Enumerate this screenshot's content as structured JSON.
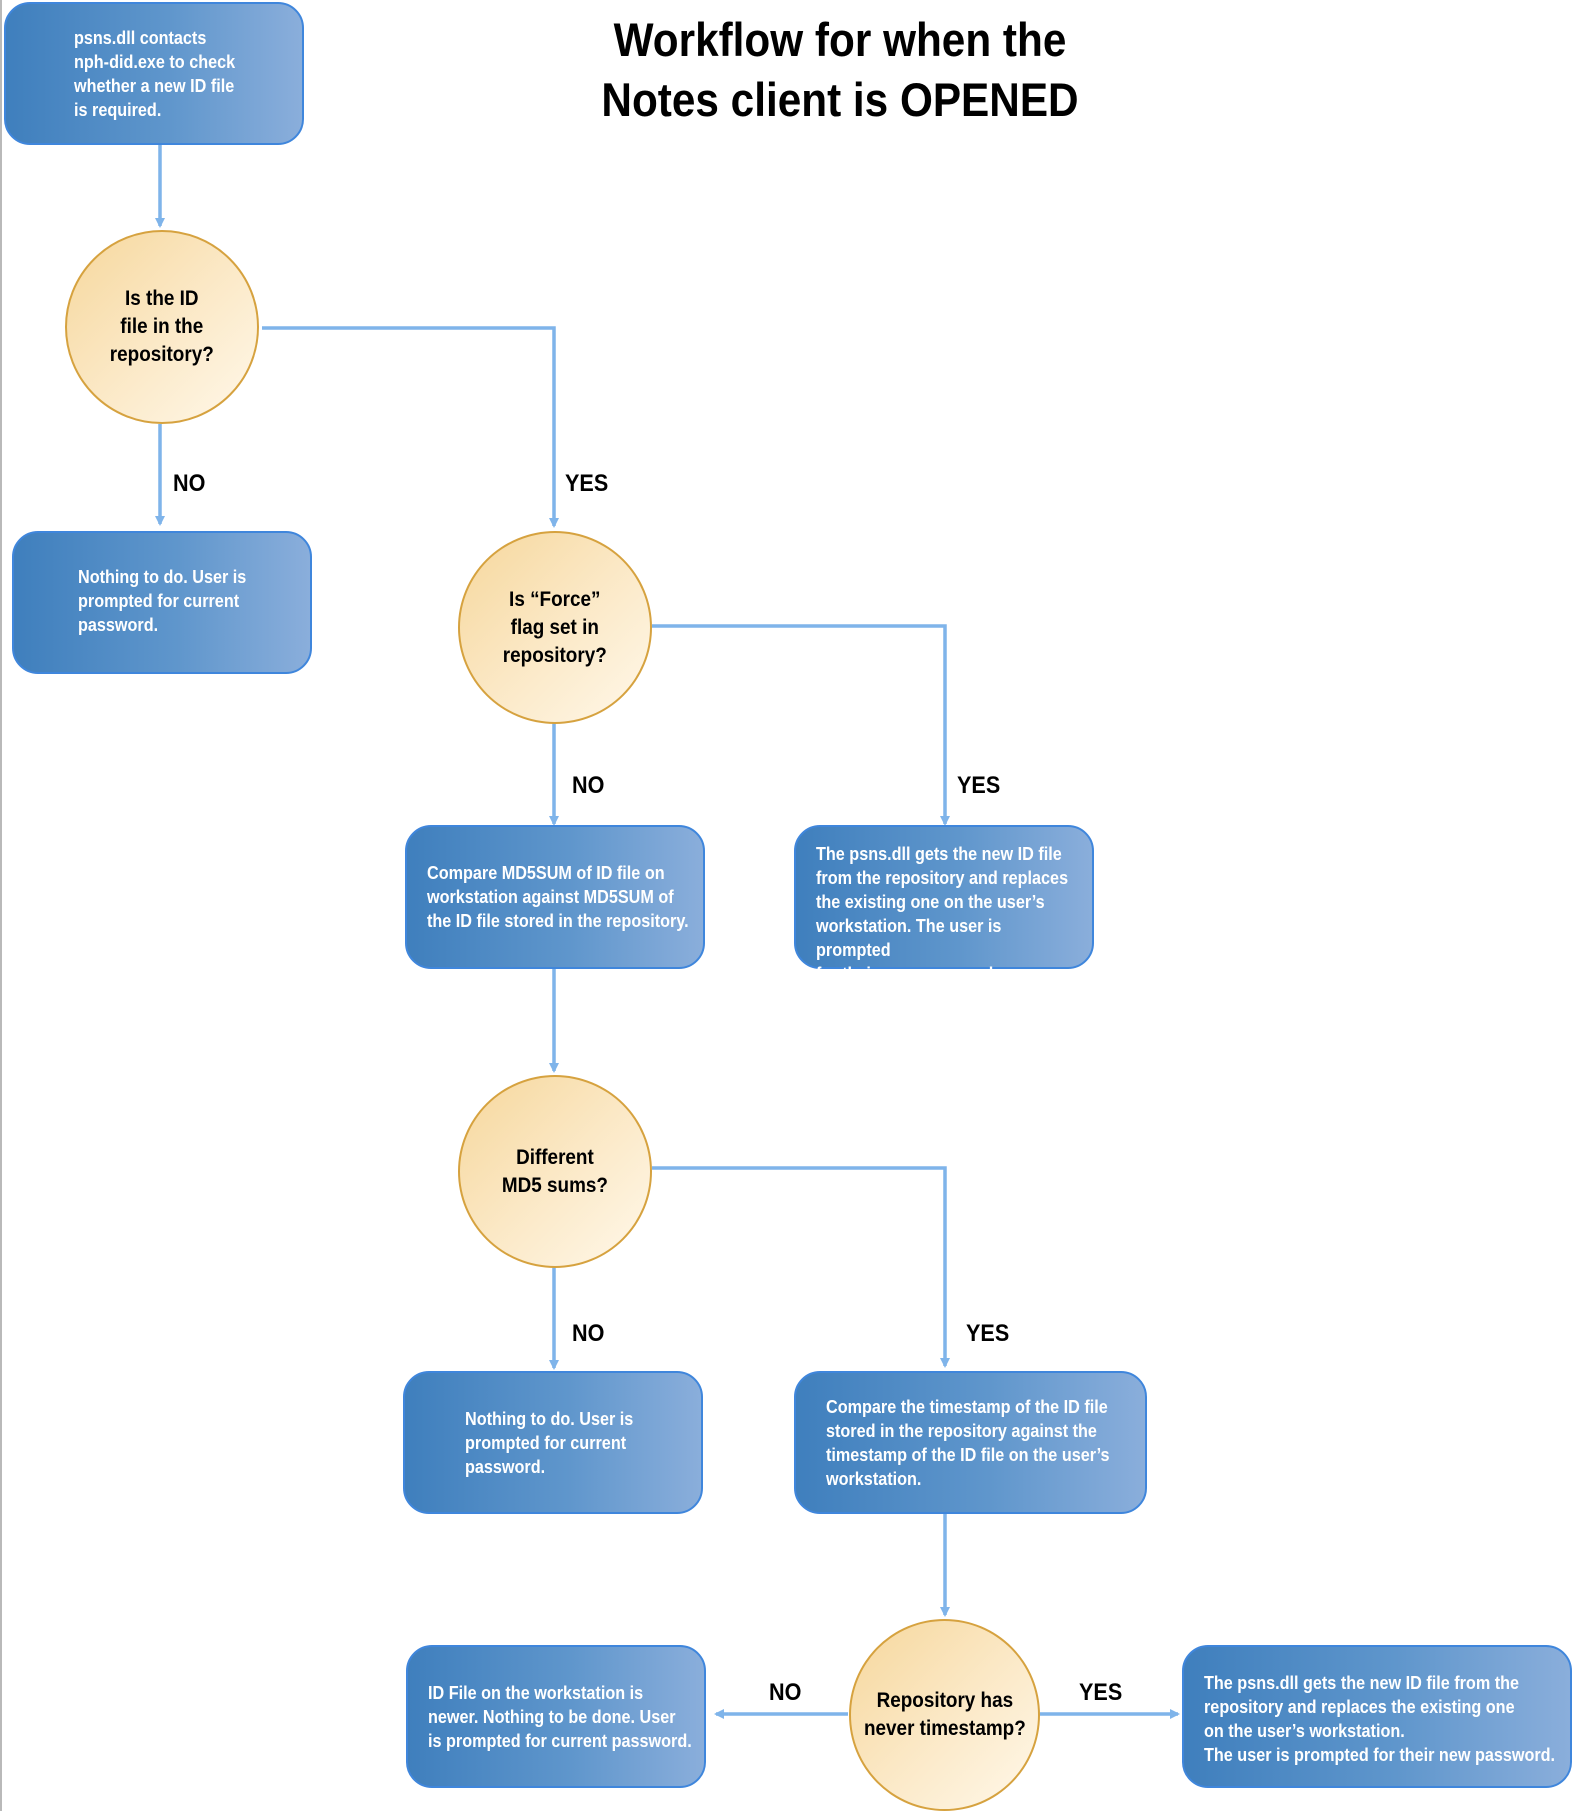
{
  "title": {
    "line1": "Workflow for when the",
    "line2": "Notes client is OPENED"
  },
  "nodes": {
    "start": "psns.dll contacts\nnph-did.exe to check\nwhether a new ID file\nis required.",
    "q_repository": "Is the ID\nfile in the\nrepository?",
    "nothing_1": "Nothing to do. User is\nprompted for current\npassword.",
    "q_force": "Is “Force”\nflag set in\nrepository?",
    "compare_md5": "Compare MD5SUM of ID file on\nworkstation against MD5SUM of\nthe ID file stored in the repository.",
    "replace_force": "The psns.dll gets the new ID file\nfrom the repository and replaces\nthe existing one on the user’s\nworkstation. The user is prompted\nfor their new password.",
    "q_md5": "Different\nMD5 sums?",
    "nothing_2": "Nothing to do. User is\nprompted for current\npassword.",
    "compare_timestamp": "Compare the timestamp of the ID file\nstored in the repository against the\ntimestamp of the ID file on the user’s\nworkstation.",
    "q_timestamp": "Repository has\nnever timestamp?",
    "newer_workstation": "ID File on the workstation is\nnewer. Nothing to be done. User\nis prompted for current password.",
    "replace_timestamp": "The psns.dll gets the new ID file from the\nrepository and replaces the existing one\non the user’s workstation.\nThe user is prompted for their new password."
  },
  "labels": {
    "no_repository": "NO",
    "yes_repository": "YES",
    "no_force": "NO",
    "yes_force": "YES",
    "no_md5": "NO",
    "yes_md5": "YES",
    "no_timestamp": "NO",
    "yes_timestamp": "YES"
  },
  "colors": {
    "connector": "#7fb4ea",
    "box_border": "#3f86dc",
    "circle_border": "#d6a23f"
  }
}
